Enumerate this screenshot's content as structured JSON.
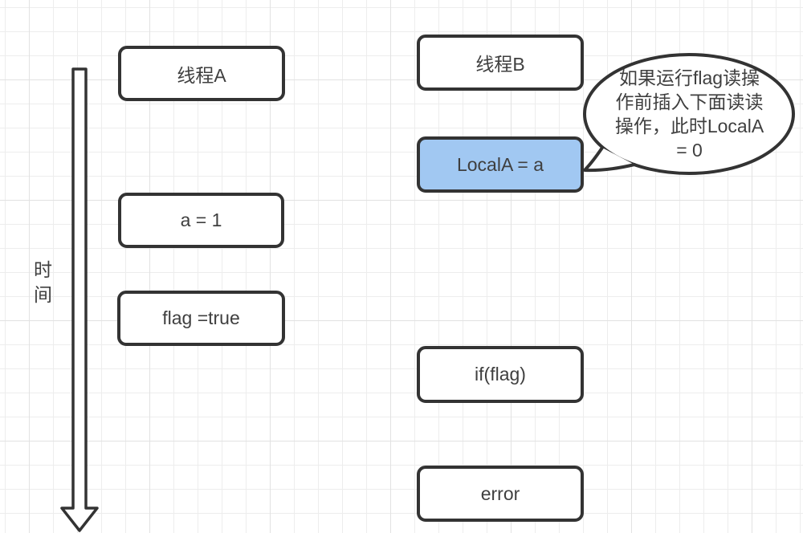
{
  "colors": {
    "stroke": "#333333",
    "node_fill": "#ffffff",
    "highlight_fill": "#a1c8f2",
    "text": "#3f3f3f",
    "grid_minor": "#ededed",
    "grid_major": "#e2e2e2",
    "background": "#ffffff"
  },
  "time_axis": {
    "label": "时间"
  },
  "thread_a": {
    "title": "线程A",
    "step1": "a = 1",
    "step2": "flag =true"
  },
  "thread_b": {
    "title": "线程B",
    "step1": "LocalA = a",
    "step2": "if(flag)",
    "step3": "error"
  },
  "callout": {
    "text": "如果运行flag读操作前插入下面读读操作，此时LocalA = 0",
    "lines": [
      "如果运行flag读操",
      "作前插入下面读读",
      "操作，此时LocalA",
      "= 0"
    ]
  }
}
